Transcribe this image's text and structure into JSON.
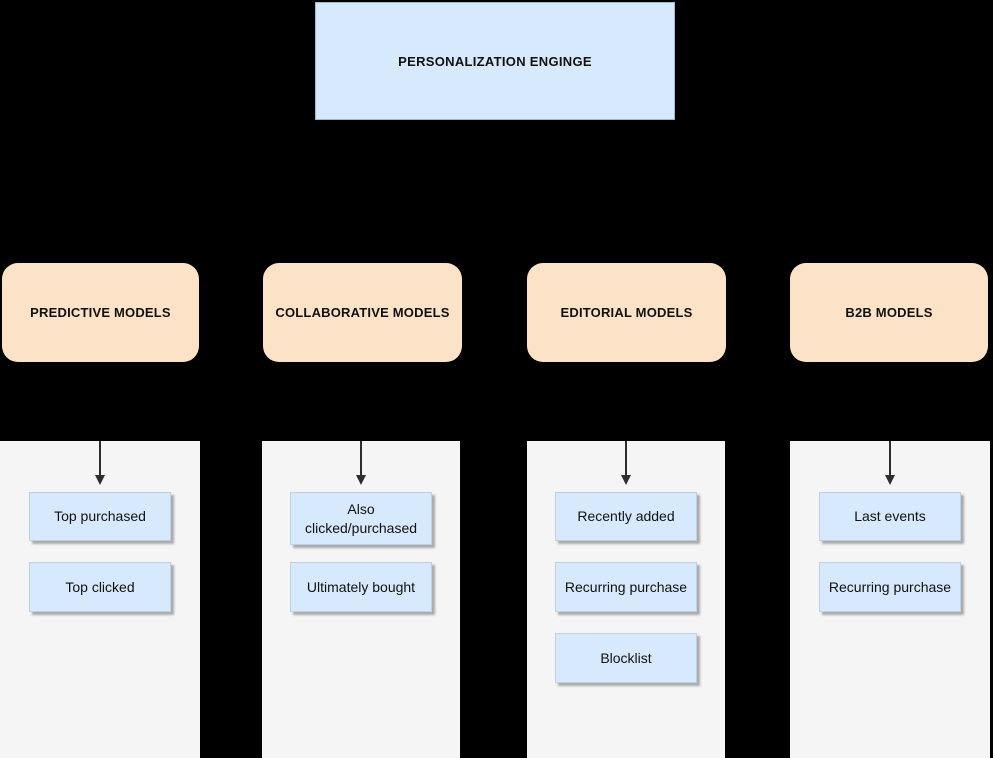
{
  "diagram_title": "PERSONALIZATION ENGINGE",
  "root": {
    "label": "PERSONALIZATION ENGINGE"
  },
  "columns": [
    {
      "title": "PREDICTIVE MODELS",
      "items": [
        "Top purchased",
        "Top clicked"
      ]
    },
    {
      "title": "COLLABORATIVE MODELS",
      "items": [
        "Also clicked/purchased",
        "Ultimately bought"
      ]
    },
    {
      "title": "EDITORIAL MODELS",
      "items": [
        "Recently added",
        "Recurring purchase",
        "Blocklist"
      ]
    },
    {
      "title": "B2B MODELS",
      "items": [
        "Last events",
        "Recurring purchase"
      ]
    }
  ],
  "colors": {
    "background": "#000000",
    "node_blue": "#d7e9fc",
    "node_blue_border": "#bdd0e5",
    "category_peach": "#fce3c7",
    "panel_gray": "#f5f5f5",
    "arrow": "#2e2e2e",
    "text": "#111111"
  },
  "icons": {
    "down_arrow": "connector pointing from category to its child models"
  }
}
